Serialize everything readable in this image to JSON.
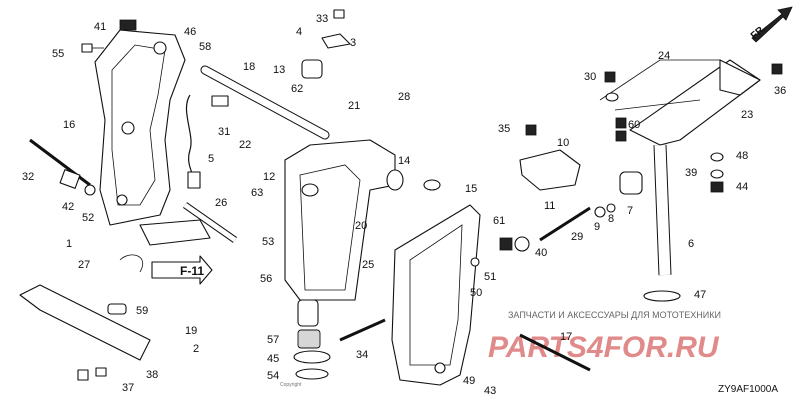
{
  "diagram": {
    "code": "ZY9AF1000A",
    "direction_label": "FR.",
    "ref_label": "F-11",
    "watermark": {
      "line1": "ЗАПЧАСТИ И АКСЕССУАРЫ ДЛЯ МОТОТЕХНИКИ",
      "brand": "PARTS4FOR.RU"
    },
    "part_numbers": [
      "1",
      "2",
      "3",
      "4",
      "5",
      "6",
      "7",
      "8",
      "9",
      "10",
      "11",
      "12",
      "13",
      "14",
      "15",
      "16",
      "17",
      "18",
      "19",
      "20",
      "21",
      "22",
      "23",
      "24",
      "25",
      "26",
      "27",
      "28",
      "29",
      "30",
      "31",
      "32",
      "33",
      "34",
      "35",
      "36",
      "37",
      "38",
      "39",
      "40",
      "41",
      "42",
      "43",
      "44",
      "45",
      "46",
      "47",
      "48",
      "49",
      "50",
      "51",
      "52",
      "53",
      "54",
      "55",
      "56",
      "57",
      "58",
      "59",
      "60",
      "61",
      "62",
      "63"
    ]
  }
}
